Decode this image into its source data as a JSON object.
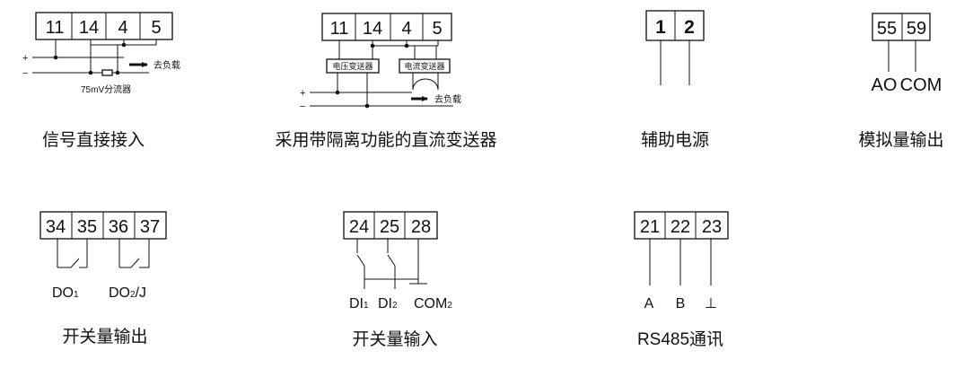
{
  "d1": {
    "terminals": [
      "11",
      "14",
      "4",
      "5"
    ],
    "plus": "+",
    "minus": "−",
    "load": "去负载",
    "shunt": "75mV分流器",
    "caption": "信号直接接入"
  },
  "d2": {
    "terminals": [
      "11",
      "14",
      "4",
      "5"
    ],
    "voltage_transducer": "电压变送器",
    "current_transducer": "电流变送器",
    "plus": "+",
    "minus": "−",
    "load": "去负载",
    "caption": "采用带隔离功能的直流变送器"
  },
  "d3": {
    "terminals": [
      "1",
      "2"
    ],
    "caption": "辅助电源"
  },
  "d4": {
    "terminals": [
      "55",
      "59"
    ],
    "label_ao": "AO",
    "label_com": "COM",
    "caption": "模拟量输出"
  },
  "d5": {
    "terminals": [
      "34",
      "35",
      "36",
      "37"
    ],
    "label_do1": "DO",
    "label_do1_sub": "1",
    "label_do2": "DO",
    "label_do2_sub": "2",
    "label_do2_suffix": "/J",
    "caption": "开关量输出"
  },
  "d6": {
    "terminals": [
      "24",
      "25",
      "28"
    ],
    "label_di1": "DI",
    "label_di1_sub": "1",
    "label_di2": "DI",
    "label_di2_sub": "2",
    "label_com": "COM",
    "label_com_sub": "2",
    "caption": "开关量输入"
  },
  "d7": {
    "terminals": [
      "21",
      "22",
      "23"
    ],
    "label_a": "A",
    "label_b": "B",
    "label_gnd": "⊥",
    "caption": "RS485通讯"
  }
}
